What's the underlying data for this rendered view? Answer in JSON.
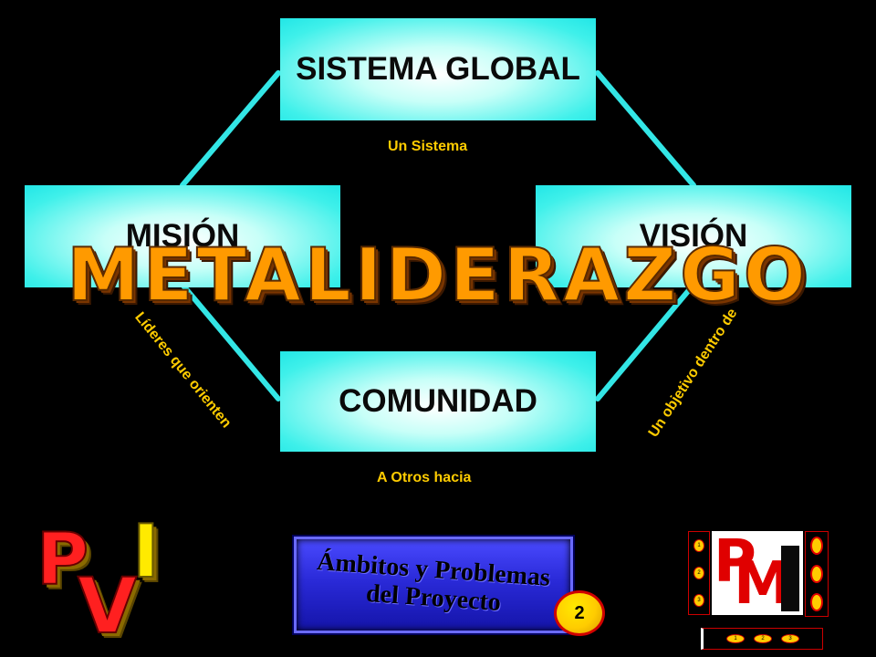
{
  "nodes": {
    "top": "SISTEMA GLOBAL",
    "left": "MISIÓN",
    "right": "VISIÓN",
    "bottom": "COMUNIDAD"
  },
  "labels": {
    "un_sistema": "Un Sistema",
    "lideres": "Líderes que orienten",
    "objetivo": "Un objetivo dentro de",
    "a_otros": "A Otros hacia"
  },
  "title": "METALIDERAZGO",
  "ambitos": {
    "line1": "Ámbitos y Problemas",
    "line2": "del Proyecto"
  },
  "slide_number": "2",
  "logo_left": {
    "p": "P",
    "v": "V",
    "i": "I"
  },
  "logo_right": {
    "letters": "PMI",
    "side_numbers": [
      "1",
      "2",
      "3"
    ],
    "bottom_numbers": [
      "1",
      "2",
      "3"
    ]
  },
  "colors": {
    "box": "#3ff0ea",
    "connector": "#33e6e6",
    "label": "#ffcc00",
    "title": "#ff9a00"
  }
}
